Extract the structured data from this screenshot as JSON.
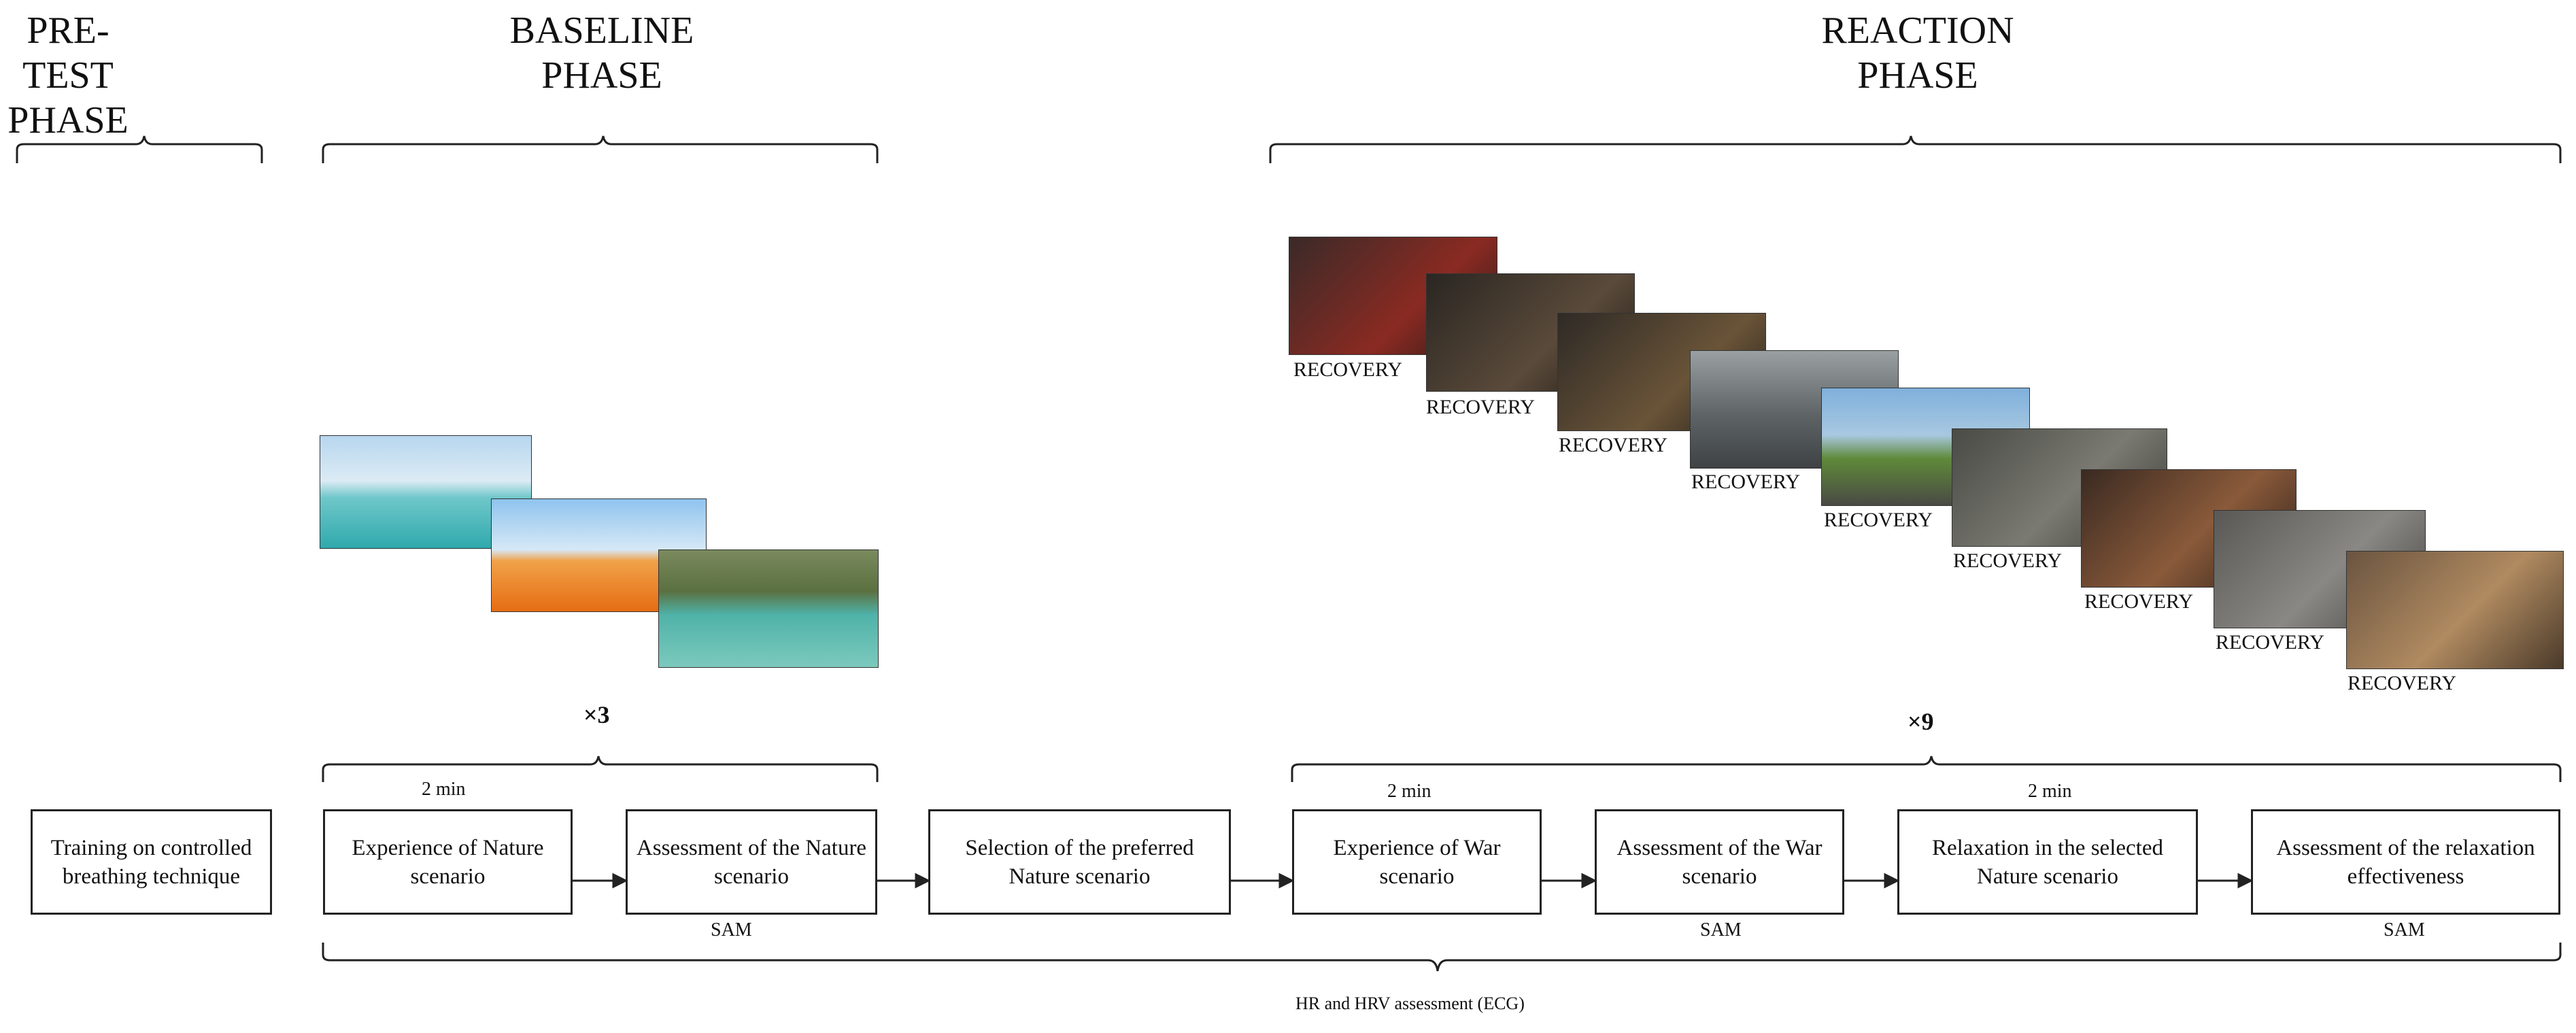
{
  "phases": {
    "pretest": {
      "line1": "PRE-TEST",
      "line2": "PHASE"
    },
    "baseline": {
      "line1": "BASELINE",
      "line2": "PHASE"
    },
    "reaction": {
      "line1": "REACTION",
      "line2": "PHASE"
    }
  },
  "multipliers": {
    "baseline": "×3",
    "reaction": "×9"
  },
  "durations": {
    "baseline_exp": "2 min",
    "war_exp": "2 min",
    "relax": "2 min"
  },
  "steps": {
    "training": "Training on controlled breathing technique",
    "nature_exp": "Experience of Nature scenario",
    "nature_assess": "Assessment of the Nature scenario",
    "selection": "Selection of the preferred Nature scenario",
    "war_exp": "Experience of War scenario",
    "war_assess": "Assessment of the War scenario",
    "relax": "Relaxation in the selected Nature scenario",
    "relax_assess": "Assessment of the relaxation effectiveness"
  },
  "sam_labels": [
    "SAM",
    "SAM",
    "SAM"
  ],
  "bottom_label": "HR and HRV assessment (ECG)",
  "recovery_labels": [
    "RECOVERY",
    "RECOVERY",
    "RECOVERY",
    "RECOVERY",
    "RECOVERY",
    "RECOVERY",
    "RECOVERY",
    "RECOVERY",
    "RECOVERY"
  ]
}
